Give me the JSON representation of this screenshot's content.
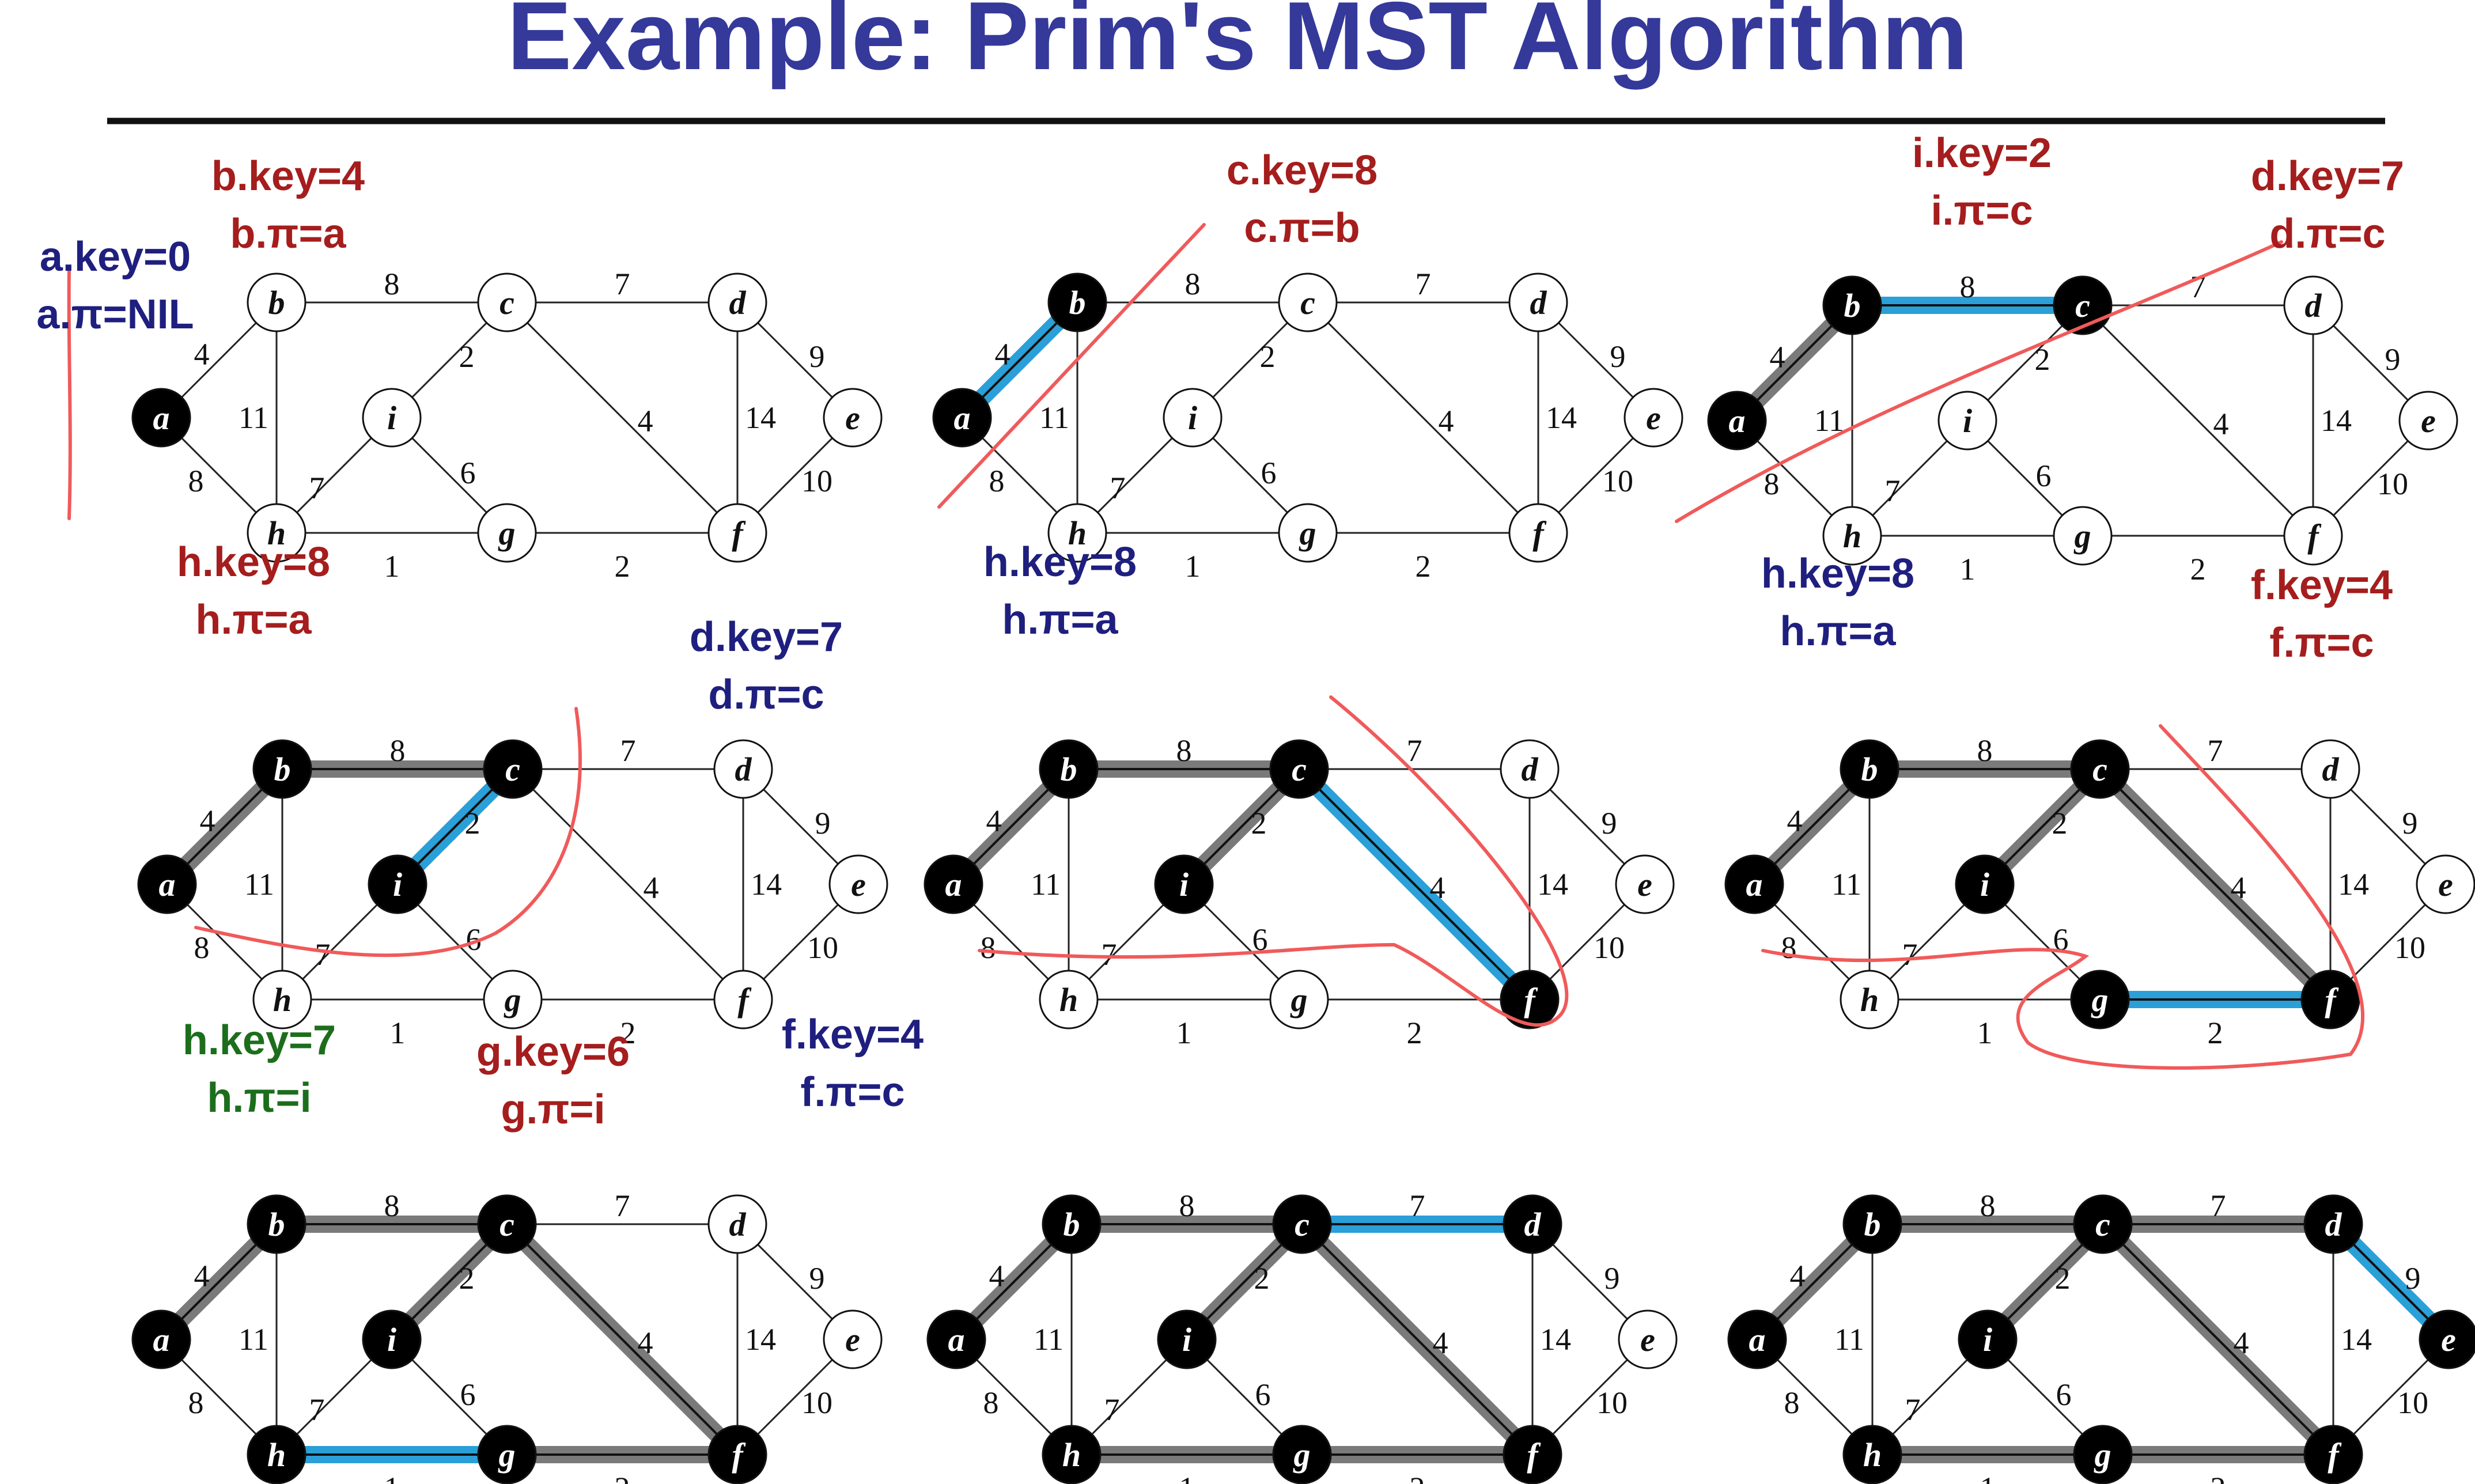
{
  "title": "Example: Prim's MST Algorithm",
  "colors": {
    "title": "#35399a",
    "red": "#a51d1d",
    "blue": "#1f1f7f",
    "green": "#1c6e1c",
    "highlight": "#2a9fd8",
    "mst_edge": "#7a7a7a",
    "cut_line": "#f05a5a"
  },
  "nodes": [
    "a",
    "b",
    "c",
    "d",
    "e",
    "f",
    "g",
    "h",
    "i"
  ],
  "edges": [
    {
      "u": "a",
      "v": "b",
      "w": "4"
    },
    {
      "u": "a",
      "v": "h",
      "w": "8"
    },
    {
      "u": "b",
      "v": "c",
      "w": "8"
    },
    {
      "u": "b",
      "v": "h",
      "w": "11"
    },
    {
      "u": "c",
      "v": "d",
      "w": "7"
    },
    {
      "u": "c",
      "v": "i",
      "w": "2"
    },
    {
      "u": "c",
      "v": "f",
      "w": "4"
    },
    {
      "u": "d",
      "v": "e",
      "w": "9"
    },
    {
      "u": "d",
      "v": "f",
      "w": "14"
    },
    {
      "u": "e",
      "v": "f",
      "w": "10"
    },
    {
      "u": "i",
      "v": "h",
      "w": "7"
    },
    {
      "u": "i",
      "v": "g",
      "w": "6"
    },
    {
      "u": "h",
      "v": "g",
      "w": "1"
    },
    {
      "u": "g",
      "v": "f",
      "w": "2"
    }
  ],
  "steps": [
    {
      "black": [
        "a"
      ],
      "mst": [],
      "blue": [],
      "annotations": [
        {
          "lines": [
            "a.key=0",
            "a.π=NIL"
          ],
          "color": "blue"
        },
        {
          "lines": [
            "b.key=4",
            "b.π=a"
          ],
          "color": "red"
        },
        {
          "lines": [
            "h.key=8",
            "h.π=a"
          ],
          "color": "red"
        }
      ]
    },
    {
      "black": [
        "a",
        "b"
      ],
      "mst": [],
      "blue": [
        [
          "a",
          "b"
        ]
      ],
      "annotations": [
        {
          "lines": [
            "c.key=8",
            "c.π=b"
          ],
          "color": "red"
        },
        {
          "lines": [
            "h.key=8",
            "h.π=a"
          ],
          "color": "blue"
        }
      ]
    },
    {
      "black": [
        "a",
        "b",
        "c"
      ],
      "mst": [
        [
          "a",
          "b"
        ]
      ],
      "blue": [
        [
          "b",
          "c"
        ]
      ],
      "annotations": [
        {
          "lines": [
            "i.key=2",
            "i.π=c"
          ],
          "color": "red"
        },
        {
          "lines": [
            "d.key=7",
            "d.π=c"
          ],
          "color": "red"
        },
        {
          "lines": [
            "h.key=8",
            "h.π=a"
          ],
          "color": "blue"
        },
        {
          "lines": [
            "f.key=4",
            "f.π=c"
          ],
          "color": "red"
        }
      ]
    },
    {
      "black": [
        "a",
        "b",
        "c",
        "i"
      ],
      "mst": [
        [
          "a",
          "b"
        ],
        [
          "b",
          "c"
        ]
      ],
      "blue": [
        [
          "c",
          "i"
        ]
      ],
      "annotations": [
        {
          "lines": [
            "d.key=7",
            "d.π=c"
          ],
          "color": "blue"
        },
        {
          "lines": [
            "h.key=7",
            "h.π=i"
          ],
          "color": "green"
        },
        {
          "lines": [
            "g.key=6",
            "g.π=i"
          ],
          "color": "red"
        },
        {
          "lines": [
            "f.key=4",
            "f.π=c"
          ],
          "color": "blue"
        }
      ]
    },
    {
      "black": [
        "a",
        "b",
        "c",
        "i",
        "f"
      ],
      "mst": [
        [
          "a",
          "b"
        ],
        [
          "b",
          "c"
        ],
        [
          "c",
          "i"
        ]
      ],
      "blue": [
        [
          "c",
          "f"
        ]
      ],
      "annotations": []
    },
    {
      "black": [
        "a",
        "b",
        "c",
        "i",
        "f",
        "g"
      ],
      "mst": [
        [
          "a",
          "b"
        ],
        [
          "b",
          "c"
        ],
        [
          "c",
          "i"
        ],
        [
          "c",
          "f"
        ]
      ],
      "blue": [
        [
          "g",
          "f"
        ]
      ],
      "annotations": []
    },
    {
      "black": [
        "a",
        "b",
        "c",
        "i",
        "f",
        "g",
        "h"
      ],
      "mst": [
        [
          "a",
          "b"
        ],
        [
          "b",
          "c"
        ],
        [
          "c",
          "i"
        ],
        [
          "c",
          "f"
        ],
        [
          "g",
          "f"
        ]
      ],
      "blue": [
        [
          "h",
          "g"
        ]
      ],
      "annotations": []
    },
    {
      "black": [
        "a",
        "b",
        "c",
        "i",
        "f",
        "g",
        "h",
        "d"
      ],
      "mst": [
        [
          "a",
          "b"
        ],
        [
          "b",
          "c"
        ],
        [
          "c",
          "i"
        ],
        [
          "c",
          "f"
        ],
        [
          "g",
          "f"
        ],
        [
          "h",
          "g"
        ]
      ],
      "blue": [
        [
          "c",
          "d"
        ]
      ],
      "annotations": []
    },
    {
      "black": [
        "a",
        "b",
        "c",
        "i",
        "f",
        "g",
        "h",
        "d",
        "e"
      ],
      "mst": [
        [
          "a",
          "b"
        ],
        [
          "b",
          "c"
        ],
        [
          "c",
          "i"
        ],
        [
          "c",
          "f"
        ],
        [
          "g",
          "f"
        ],
        [
          "h",
          "g"
        ],
        [
          "c",
          "d"
        ]
      ],
      "blue": [
        [
          "d",
          "e"
        ]
      ],
      "annotations": []
    }
  ]
}
